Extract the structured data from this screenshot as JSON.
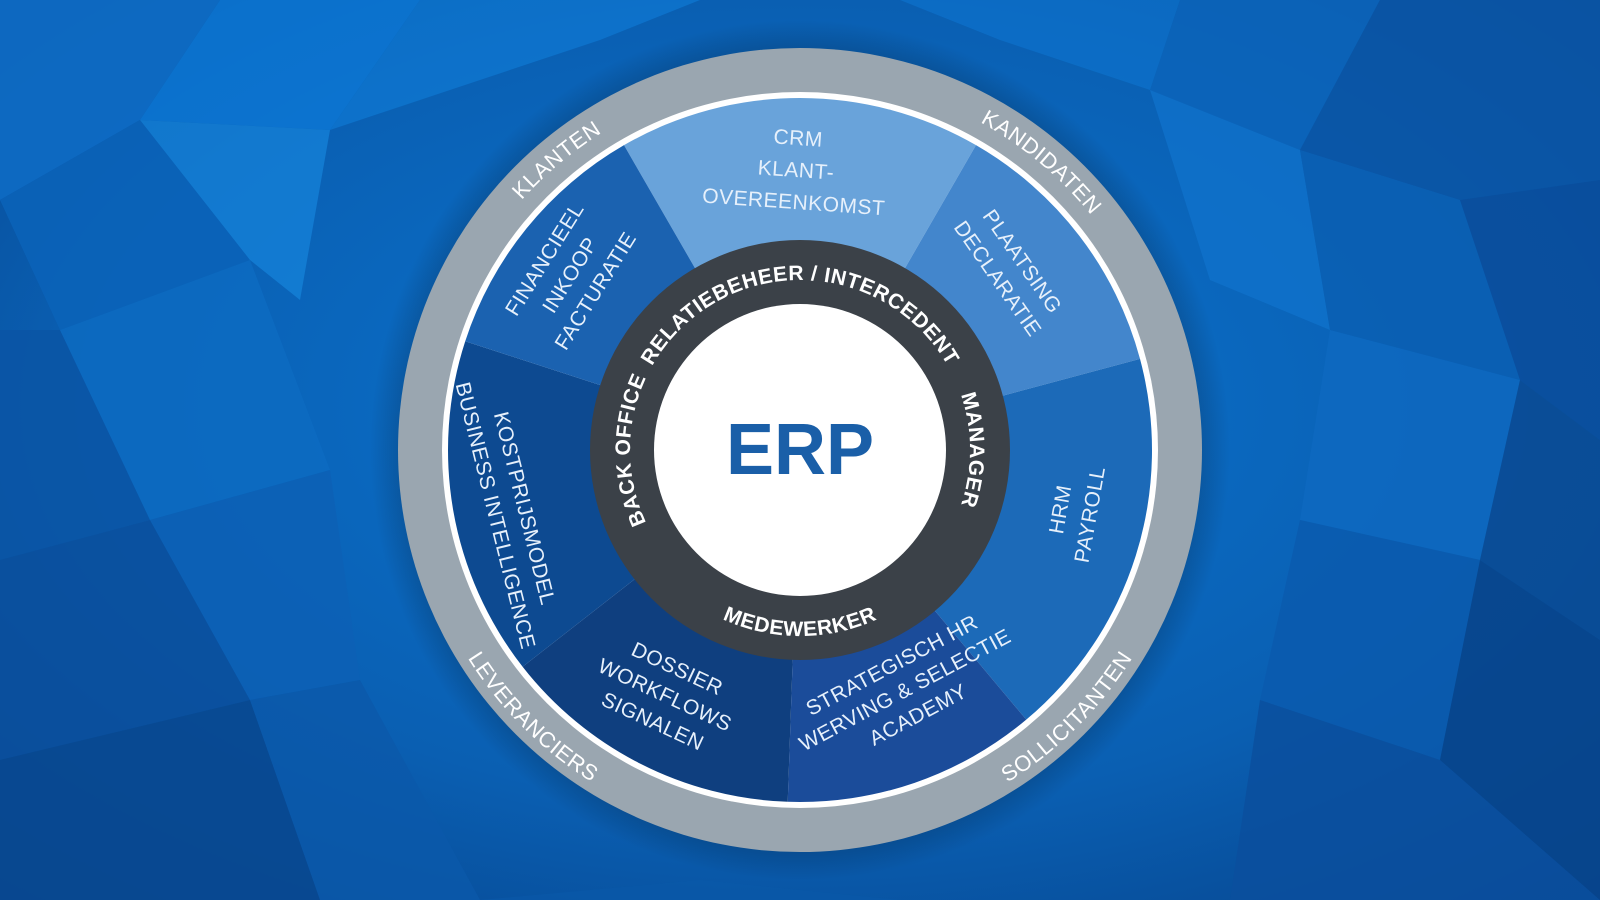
{
  "center": {
    "label": "ERP"
  },
  "colors": {
    "background": "#0a5aa8",
    "outer_ring": "#9aa6b0",
    "role_ring": "#3b4148",
    "center_fill": "#ffffff",
    "center_text": "#1a5fa8"
  },
  "roles": [
    {
      "id": "relatiebeheer",
      "label": "RELATIEBEHEER / INTERCEDENT"
    },
    {
      "id": "manager",
      "label": "MANAGER"
    },
    {
      "id": "medewerker",
      "label": "MEDEWERKER"
    },
    {
      "id": "back-office",
      "label": "BACK OFFICE"
    }
  ],
  "segments": [
    {
      "id": "crm",
      "color": "#69a3da",
      "lines": [
        "CRM",
        "KLANT-",
        "OVEREENKOMST"
      ]
    },
    {
      "id": "plaatsing",
      "color": "#4386cc",
      "lines": [
        "PLAATSING",
        "DECLARATIE"
      ]
    },
    {
      "id": "hrm",
      "color": "#1c6ab8",
      "lines": [
        "HRM",
        "PAYROLL"
      ]
    },
    {
      "id": "strategisch",
      "color": "#1b4c9a",
      "lines": [
        "STRATEGISCH HR",
        "WERVING & SELECTIE",
        "ACADEMY"
      ]
    },
    {
      "id": "dossier",
      "color": "#0f3f7f",
      "lines": [
        "DOSSIER",
        "WORKFLOWS",
        "SIGNALEN"
      ]
    },
    {
      "id": "kostprijs",
      "color": "#0d4a91",
      "lines": [
        "KOSTPRIJSMODEL",
        "BUSINESS INTELLIGENCE"
      ]
    },
    {
      "id": "financieel",
      "color": "#1b62b0",
      "lines": [
        "FINANCIEEL",
        "INKOOP",
        "FACTURATIE"
      ]
    }
  ],
  "stakeholders": [
    {
      "id": "klanten",
      "label": "KLANTEN"
    },
    {
      "id": "kandidaten",
      "label": "KANDIDATEN"
    },
    {
      "id": "sollicitanten",
      "label": "SOLLICITANTEN"
    },
    {
      "id": "leveranciers",
      "label": "LEVERANCIERS"
    }
  ]
}
